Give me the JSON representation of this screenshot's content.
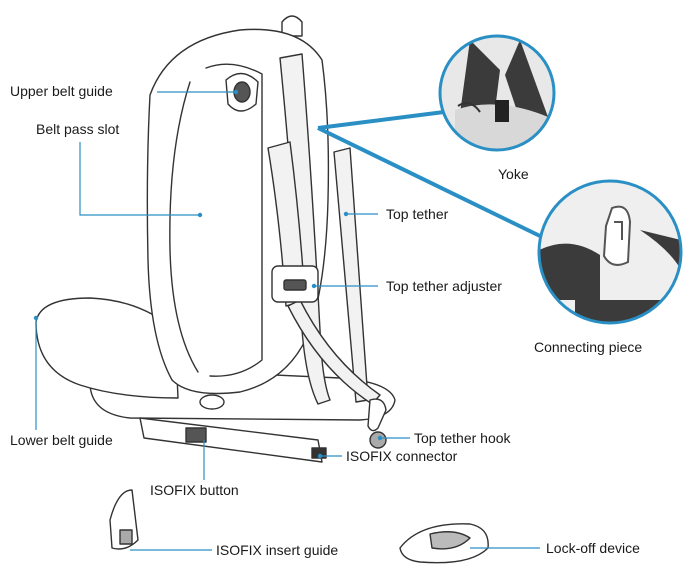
{
  "labels": {
    "upper_belt_guide": "Upper belt guide",
    "belt_pass_slot": "Belt pass slot",
    "lower_belt_guide": "Lower belt guide",
    "isofix_button": "ISOFIX button",
    "isofix_connector": "ISOFIX connector",
    "top_tether": "Top tether",
    "top_tether_adjuster": "Top tether adjuster",
    "top_tether_hook": "Top tether hook",
    "yoke": "Yoke",
    "connecting_piece": "Connecting piece",
    "isofix_insert_guide": "ISOFIX insert guide",
    "lock_off_device": "Lock-off device"
  },
  "colors": {
    "leader_line": "#2a8fc4",
    "outline": "#333333",
    "strap_fill": "#f2f2f2",
    "seat_fill": "#ffffff",
    "photo_dark": "#3b3b3b",
    "photo_mid": "#9a9a9a"
  },
  "icons": [
    "child-car-seat-illustration",
    "yoke-detail-photo",
    "connecting-piece-detail-photo",
    "isofix-insert-guide-illustration",
    "lock-off-device-illustration"
  ]
}
